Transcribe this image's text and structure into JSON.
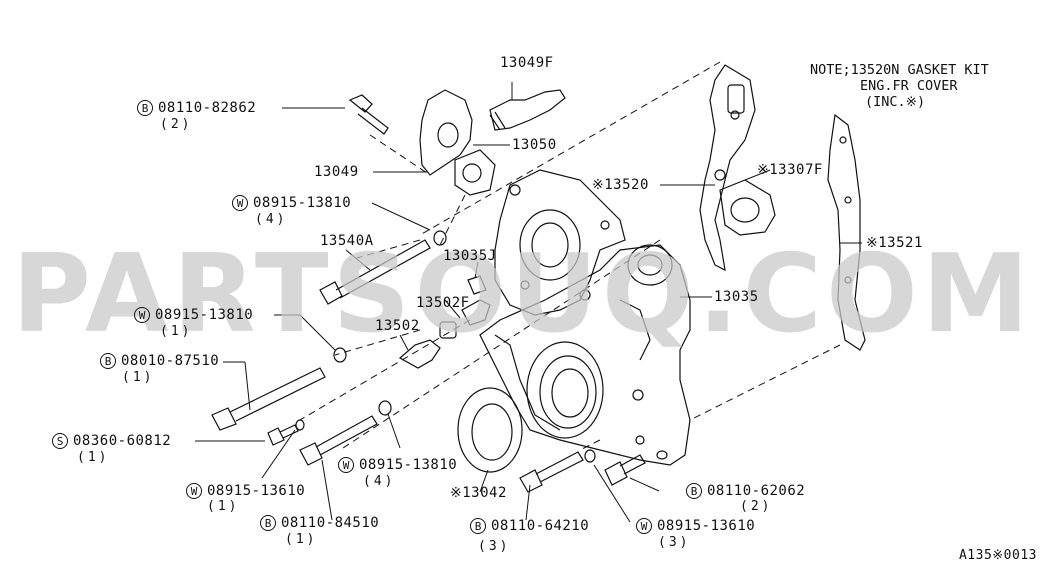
{
  "watermark": "PARTSOUQ.COM",
  "note": {
    "line1": "NOTE;13520N GASKET KIT",
    "line2": "ENG.FR COVER",
    "line3": "(INC.※)"
  },
  "diagram_code": "A135※0013",
  "parts": [
    {
      "id": "13049F",
      "text": "13049F"
    },
    {
      "id": "08110-82862",
      "prefix": "B",
      "text": "08110-82862",
      "qty": "(2)"
    },
    {
      "id": "13050",
      "text": "13050"
    },
    {
      "id": "13049",
      "text": "13049"
    },
    {
      "id": "13520",
      "text": "※13520"
    },
    {
      "id": "13307F",
      "text": "※13307F"
    },
    {
      "id": "08915-13810-a",
      "prefix": "W",
      "text": "08915-13810",
      "qty": "(4)"
    },
    {
      "id": "13540A",
      "text": "13540A"
    },
    {
      "id": "13035J",
      "text": "13035J"
    },
    {
      "id": "13521",
      "text": "※13521"
    },
    {
      "id": "13502F",
      "text": "13502F"
    },
    {
      "id": "13035",
      "text": "13035"
    },
    {
      "id": "08915-13810-b",
      "prefix": "W",
      "text": "08915-13810",
      "qty": "(1)"
    },
    {
      "id": "13502",
      "text": "13502"
    },
    {
      "id": "08010-87510",
      "prefix": "B",
      "text": "08010-87510",
      "qty": "(1)"
    },
    {
      "id": "08360-60812",
      "prefix": "S",
      "text": "08360-60812",
      "qty": "(1)"
    },
    {
      "id": "08915-13810-c",
      "prefix": "W",
      "text": "08915-13810",
      "qty": "(4)"
    },
    {
      "id": "13042",
      "text": "※13042"
    },
    {
      "id": "08915-13610-a",
      "prefix": "W",
      "text": "08915-13610",
      "qty": "(1)"
    },
    {
      "id": "08110-62062",
      "prefix": "B",
      "text": "08110-62062",
      "qty": "(2)"
    },
    {
      "id": "08110-84510",
      "prefix": "B",
      "text": "08110-84510",
      "qty": "(1)"
    },
    {
      "id": "08110-64210",
      "prefix": "B",
      "text": "08110-64210",
      "qty": "(3)"
    },
    {
      "id": "08915-13610-b",
      "prefix": "W",
      "text": "08915-13610",
      "qty": "(3)"
    }
  ]
}
